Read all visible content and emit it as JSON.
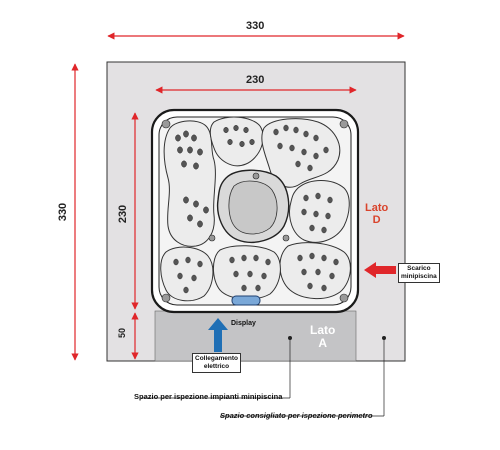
{
  "dimensions": {
    "overall_width": "330",
    "overall_height": "330",
    "spa_width": "230",
    "spa_height": "230",
    "inspection_depth": "50"
  },
  "labels": {
    "lato_d": [
      "Lato",
      "D"
    ],
    "lato_a": [
      "Lato",
      "A"
    ],
    "display": "Display",
    "scarico": [
      "Scarico",
      "minipiscina"
    ],
    "collegamento": [
      "Collegamento",
      "elettrico"
    ],
    "spazio_impianti": "Spazio per ispezione impianti minipiscina",
    "spazio_perimetro": "Spazio consigliato per ispezione perimetro"
  },
  "colors": {
    "outer_area": "#e3e1e3",
    "inspection_strip": "#c4c4c6",
    "dimension_arrow": "#e0262a",
    "drain_arrow": "#e0262a",
    "power_arrow": "#1f6fb5",
    "lato_d_text": "#d9432c"
  }
}
